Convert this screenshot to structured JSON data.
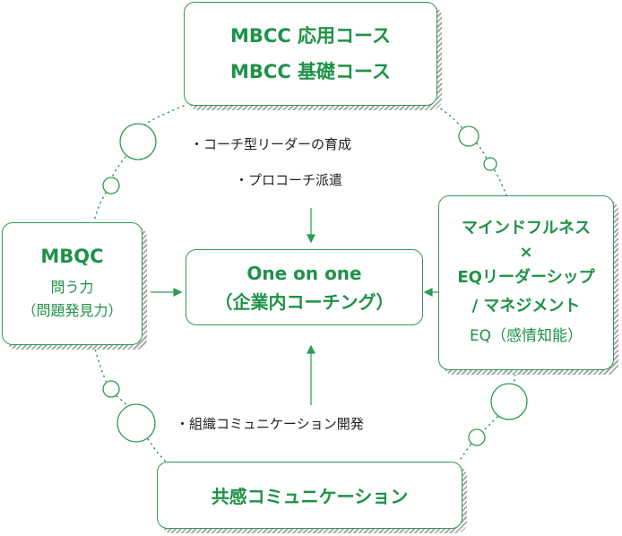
{
  "top_box": {
    "line1": "MBCC 応用コース",
    "line2": "MBCC 基礎コース"
  },
  "left_box": {
    "title": "MBQC",
    "line1": "問う力",
    "line2": "（問題発見力）"
  },
  "center_box": {
    "line1": "One on one",
    "line2": "（企業内コーチング）"
  },
  "right_box": {
    "line1": "マインドフルネス",
    "line2": "×",
    "line3": "EQリーダーシップ",
    "line4": "/ マネジメント",
    "line5": "EQ（感情知能）"
  },
  "bottom_box": {
    "label": "共感コミュニケーション"
  },
  "notes": {
    "top1": "・コーチ型リーダーの育成",
    "top2": "・プロコーチ派遣",
    "bottom": "・組織コミュニケーション開発"
  },
  "colors": {
    "accent": "#1f9247",
    "border": "#2e9a52",
    "text": "#222222"
  }
}
